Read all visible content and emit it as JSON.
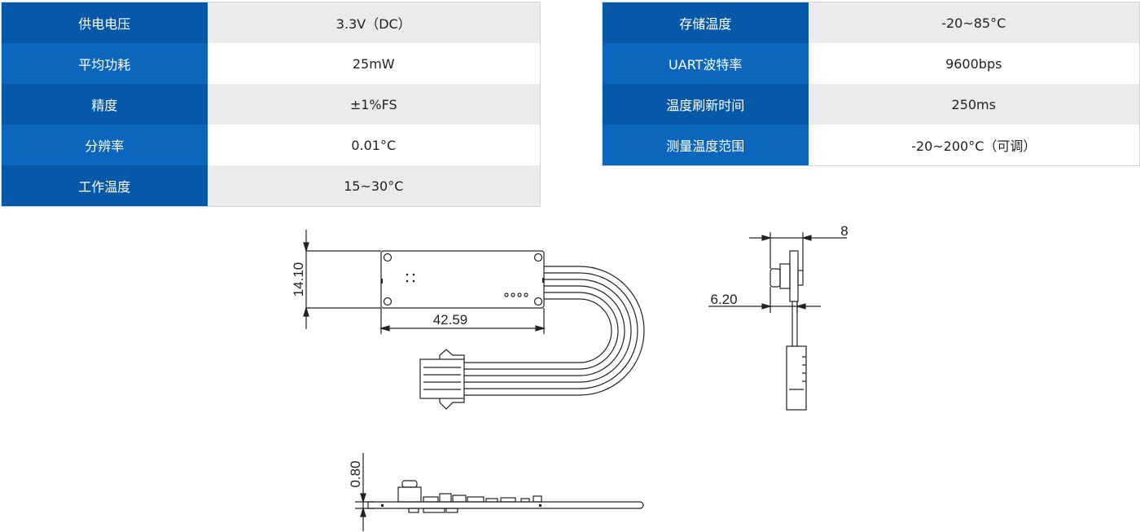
{
  "specs_left": [
    {
      "label": "供电电压",
      "value": "3.3V（DC）"
    },
    {
      "label": "平均功耗",
      "value": "25mW"
    },
    {
      "label": "精度",
      "value": "±1%FS"
    },
    {
      "label": "分辨率",
      "value": "0.01°C"
    },
    {
      "label": "工作温度",
      "value": "15~30°C"
    }
  ],
  "specs_right": [
    {
      "label": "存储温度",
      "value": "-20~85°C"
    },
    {
      "label": "UART波特率",
      "value": "9600bps"
    },
    {
      "label": "温度刷新时间",
      "value": "250ms"
    },
    {
      "label": "测量温度范围",
      "value": "-20~200°C（可调）"
    }
  ],
  "dimensions": {
    "height": "14.10",
    "length": "42.59",
    "width": "8",
    "depth": "6.20",
    "thickness": "0.80"
  },
  "colors": {
    "label_bg_dark": "#0659a9",
    "label_bg_light": "#0b67bd",
    "value_bg_gray": "#ebebeb",
    "line": "#222222"
  }
}
